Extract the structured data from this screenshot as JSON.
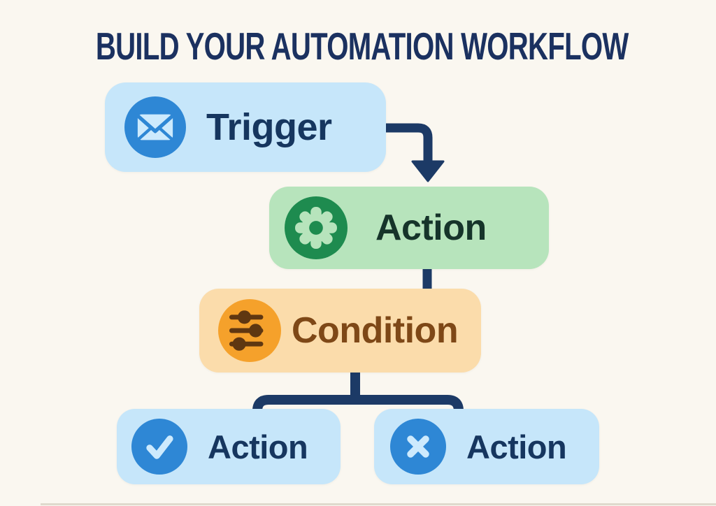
{
  "title": {
    "text": "BUILD YOUR AUTOMATION WORKFLOW"
  },
  "nodes": [
    {
      "id": "trigger",
      "label": "Trigger",
      "icon": "envelope-icon"
    },
    {
      "id": "action-main",
      "label": "Action",
      "icon": "gear-icon"
    },
    {
      "id": "condition",
      "label": "Condition",
      "icon": "sliders-icon"
    },
    {
      "id": "action-branch-yes",
      "label": "Action",
      "icon": "check-icon"
    },
    {
      "id": "action-branch-no",
      "label": "Action",
      "icon": "x-icon"
    }
  ],
  "theme": {
    "background": "#faf7f0",
    "title-color": "#1b3160",
    "connector-color": "#1c3a66",
    "blue-box": "#c6e6fa",
    "blue-circle": "#2e87d5",
    "blue-glyph": "#cdeafd",
    "blue-label": "#16365f",
    "green-box": "#b7e4bc",
    "green-circle": "#1e8b4f",
    "green-label": "#16342a",
    "orange-box": "#fbdcab",
    "orange-circle": "#f5a12b",
    "orange-glyph": "#5f3711",
    "orange-label": "#7e4817"
  }
}
